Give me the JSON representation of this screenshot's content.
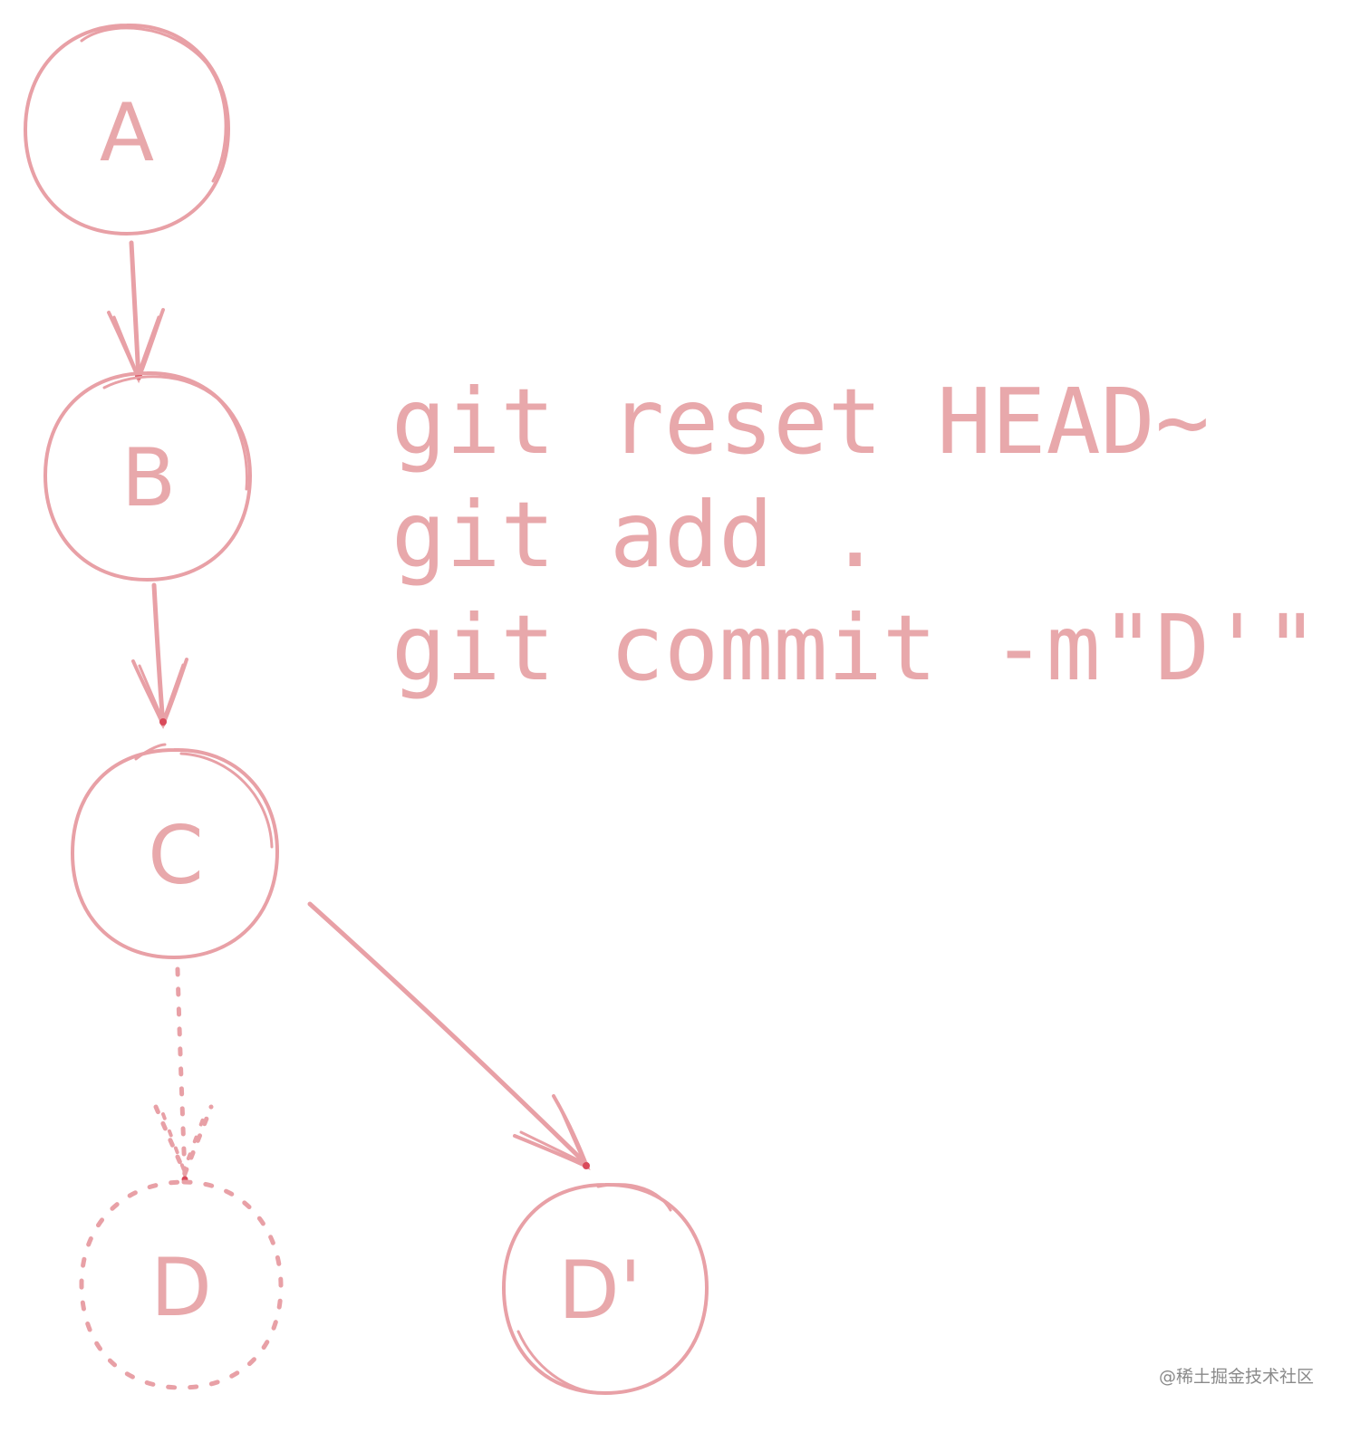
{
  "colors": {
    "stroke": "#e8a0a6",
    "arrow_tip": "#d94a5a",
    "text": "#e8a8ab",
    "background": "#ffffff",
    "watermark": "#8a8a8a"
  },
  "nodes": [
    {
      "id": "A",
      "label": "A",
      "style": "solid"
    },
    {
      "id": "B",
      "label": "B",
      "style": "solid"
    },
    {
      "id": "C",
      "label": "C",
      "style": "solid"
    },
    {
      "id": "D",
      "label": "D",
      "style": "dotted"
    },
    {
      "id": "Dprime",
      "label": "D'",
      "style": "solid"
    }
  ],
  "edges": [
    {
      "from": "A",
      "to": "B",
      "style": "solid"
    },
    {
      "from": "B",
      "to": "C",
      "style": "solid"
    },
    {
      "from": "C",
      "to": "D",
      "style": "dotted"
    },
    {
      "from": "C",
      "to": "Dprime",
      "style": "solid"
    }
  ],
  "commands": [
    "git reset HEAD~",
    "git add .",
    "git commit -m\"D'\""
  ],
  "watermark": "@稀土掘金技术社区"
}
